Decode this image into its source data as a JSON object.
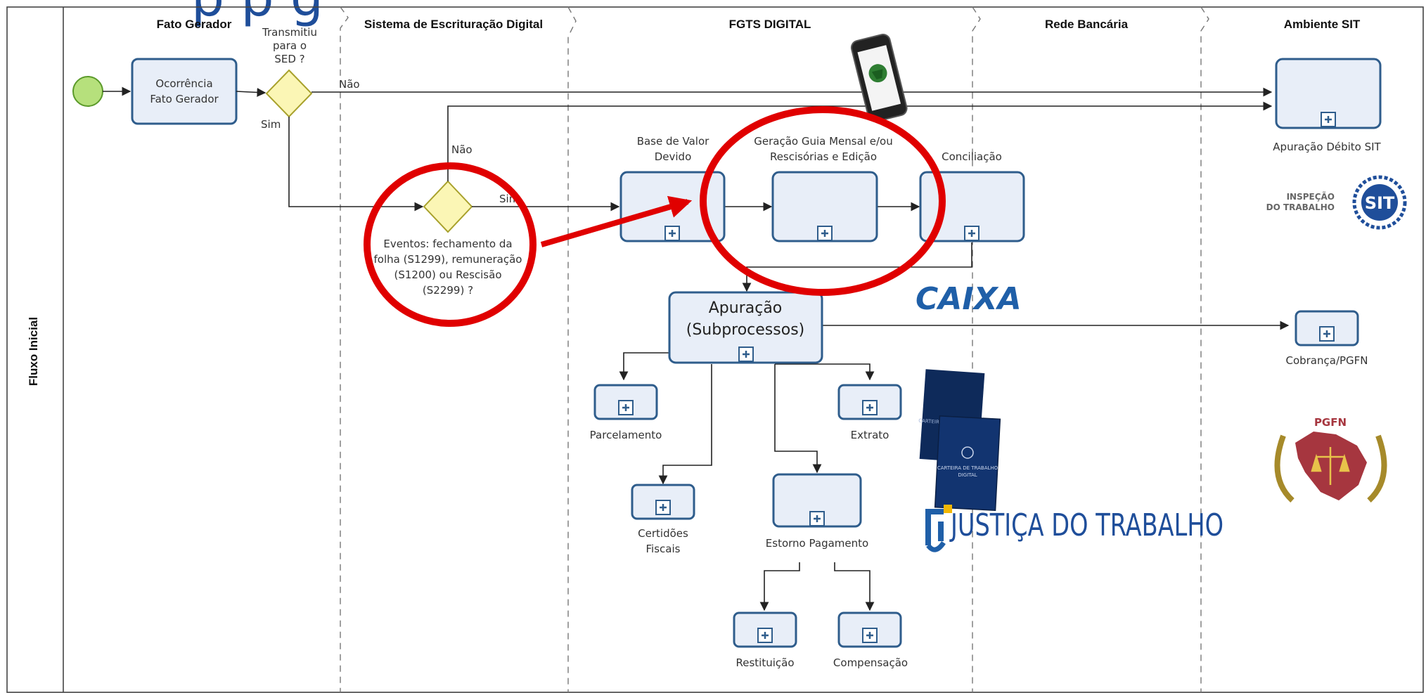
{
  "header_partial_text": "p      p  g",
  "lanes": {
    "vertical": "Fluxo Inicial",
    "fato_gerador": "Fato Gerador",
    "sed": "Sistema de Escrituração Digital",
    "fgts": "FGTS DIGITAL",
    "rede": "Rede Bancária",
    "sit": "Ambiente SIT"
  },
  "gateways": {
    "transmitiu": [
      "Transmitiu",
      "para o",
      "SED ?"
    ],
    "eventos": [
      "Eventos: fechamento da",
      "folha (S1299), remuneração",
      "(S1200) ou Rescisão",
      "(S2299) ?"
    ]
  },
  "flow_labels": {
    "nao_top": "Não",
    "sim_left": "Sim",
    "nao_mid": "Não",
    "sim_mid": "Sim"
  },
  "tasks": {
    "ocorrencia": [
      "Ocorrência",
      "Fato Gerador"
    ],
    "base_valor": [
      "Base de Valor",
      "Devido"
    ],
    "geracao_guia": [
      "Geração Guia Mensal e/ou",
      "Rescisórias e Edição"
    ],
    "conciliacao": "Conciliação",
    "apuracao": [
      "Apuração",
      "(Subprocessos)"
    ],
    "apuracao_sit": "Apuração Débito SIT",
    "cobranca": "Cobrança/PGFN",
    "parcelamento": "Parcelamento",
    "extrato": "Extrato",
    "certidoes": [
      "Certidões",
      "Fiscais"
    ],
    "estorno": "Estorno Pagamento",
    "restituicao": "Restituição",
    "compensacao": "Compensação"
  },
  "logos": {
    "caixa": "CAIXA",
    "justica": "JUSTIÇA DO TRABALHO",
    "sit_badge": "SIT",
    "sit_text": [
      "INSPEÇÃO",
      "DO TRABALHO"
    ],
    "pgfn": "PGFN",
    "carteira": [
      "CARTEIRA DE TRABALHO",
      "DIGITAL"
    ]
  },
  "colors": {
    "task_fill": "#e8eef8",
    "task_stroke": "#2f5d8c",
    "highlight": "#e00000",
    "gateway_fill": "#fbf6b5",
    "start_event": "#b6e07c",
    "header_blue": "#1f4e9a"
  }
}
